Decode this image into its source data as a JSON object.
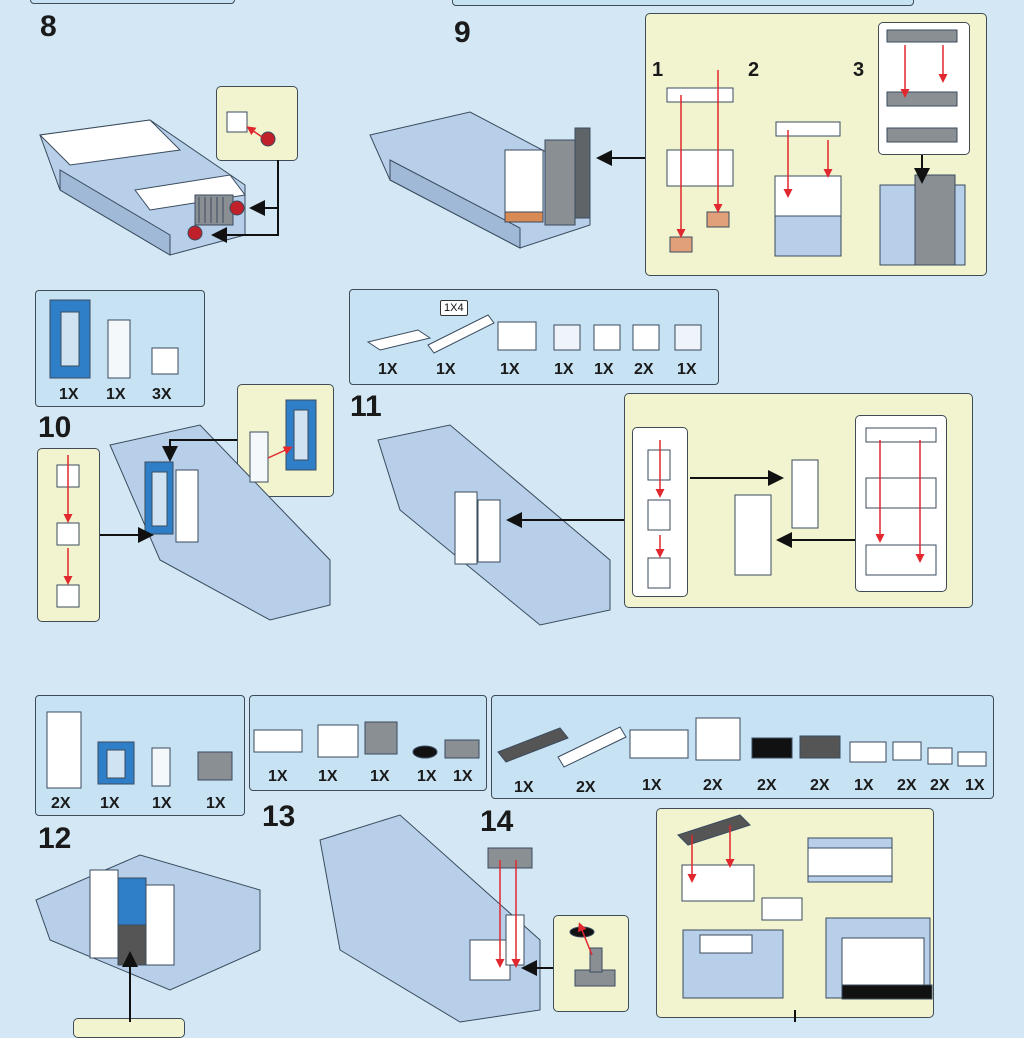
{
  "steps": {
    "s8": "8",
    "s9": "9",
    "s10": "10",
    "s11": "11",
    "s12": "12",
    "s13": "13",
    "s14": "14"
  },
  "substeps": {
    "a": "1",
    "b": "2",
    "c": "3"
  },
  "parts10": [
    "1X",
    "1X",
    "3X"
  ],
  "parts11": [
    "1X",
    "1X",
    "1X",
    "1X",
    "1X",
    "2X",
    "1X"
  ],
  "parts11_tag": "1X4",
  "parts12": [
    "2X",
    "1X",
    "1X",
    "1X"
  ],
  "parts13": [
    "1X",
    "1X",
    "1X",
    "1X",
    "1X"
  ],
  "parts14": [
    "1X",
    "2X",
    "1X",
    "2X",
    "2X",
    "2X",
    "1X",
    "2X",
    "2X",
    "1X"
  ],
  "colors": {
    "background": "#d3e8f4",
    "parts_box": "#c6e2f3",
    "callout": "#f1f4cf",
    "brick_blue": "#b7cfe8",
    "brick_white": "#ffffff",
    "window_blue": "#2f7fc8",
    "red_arrow": "#e0282e"
  }
}
